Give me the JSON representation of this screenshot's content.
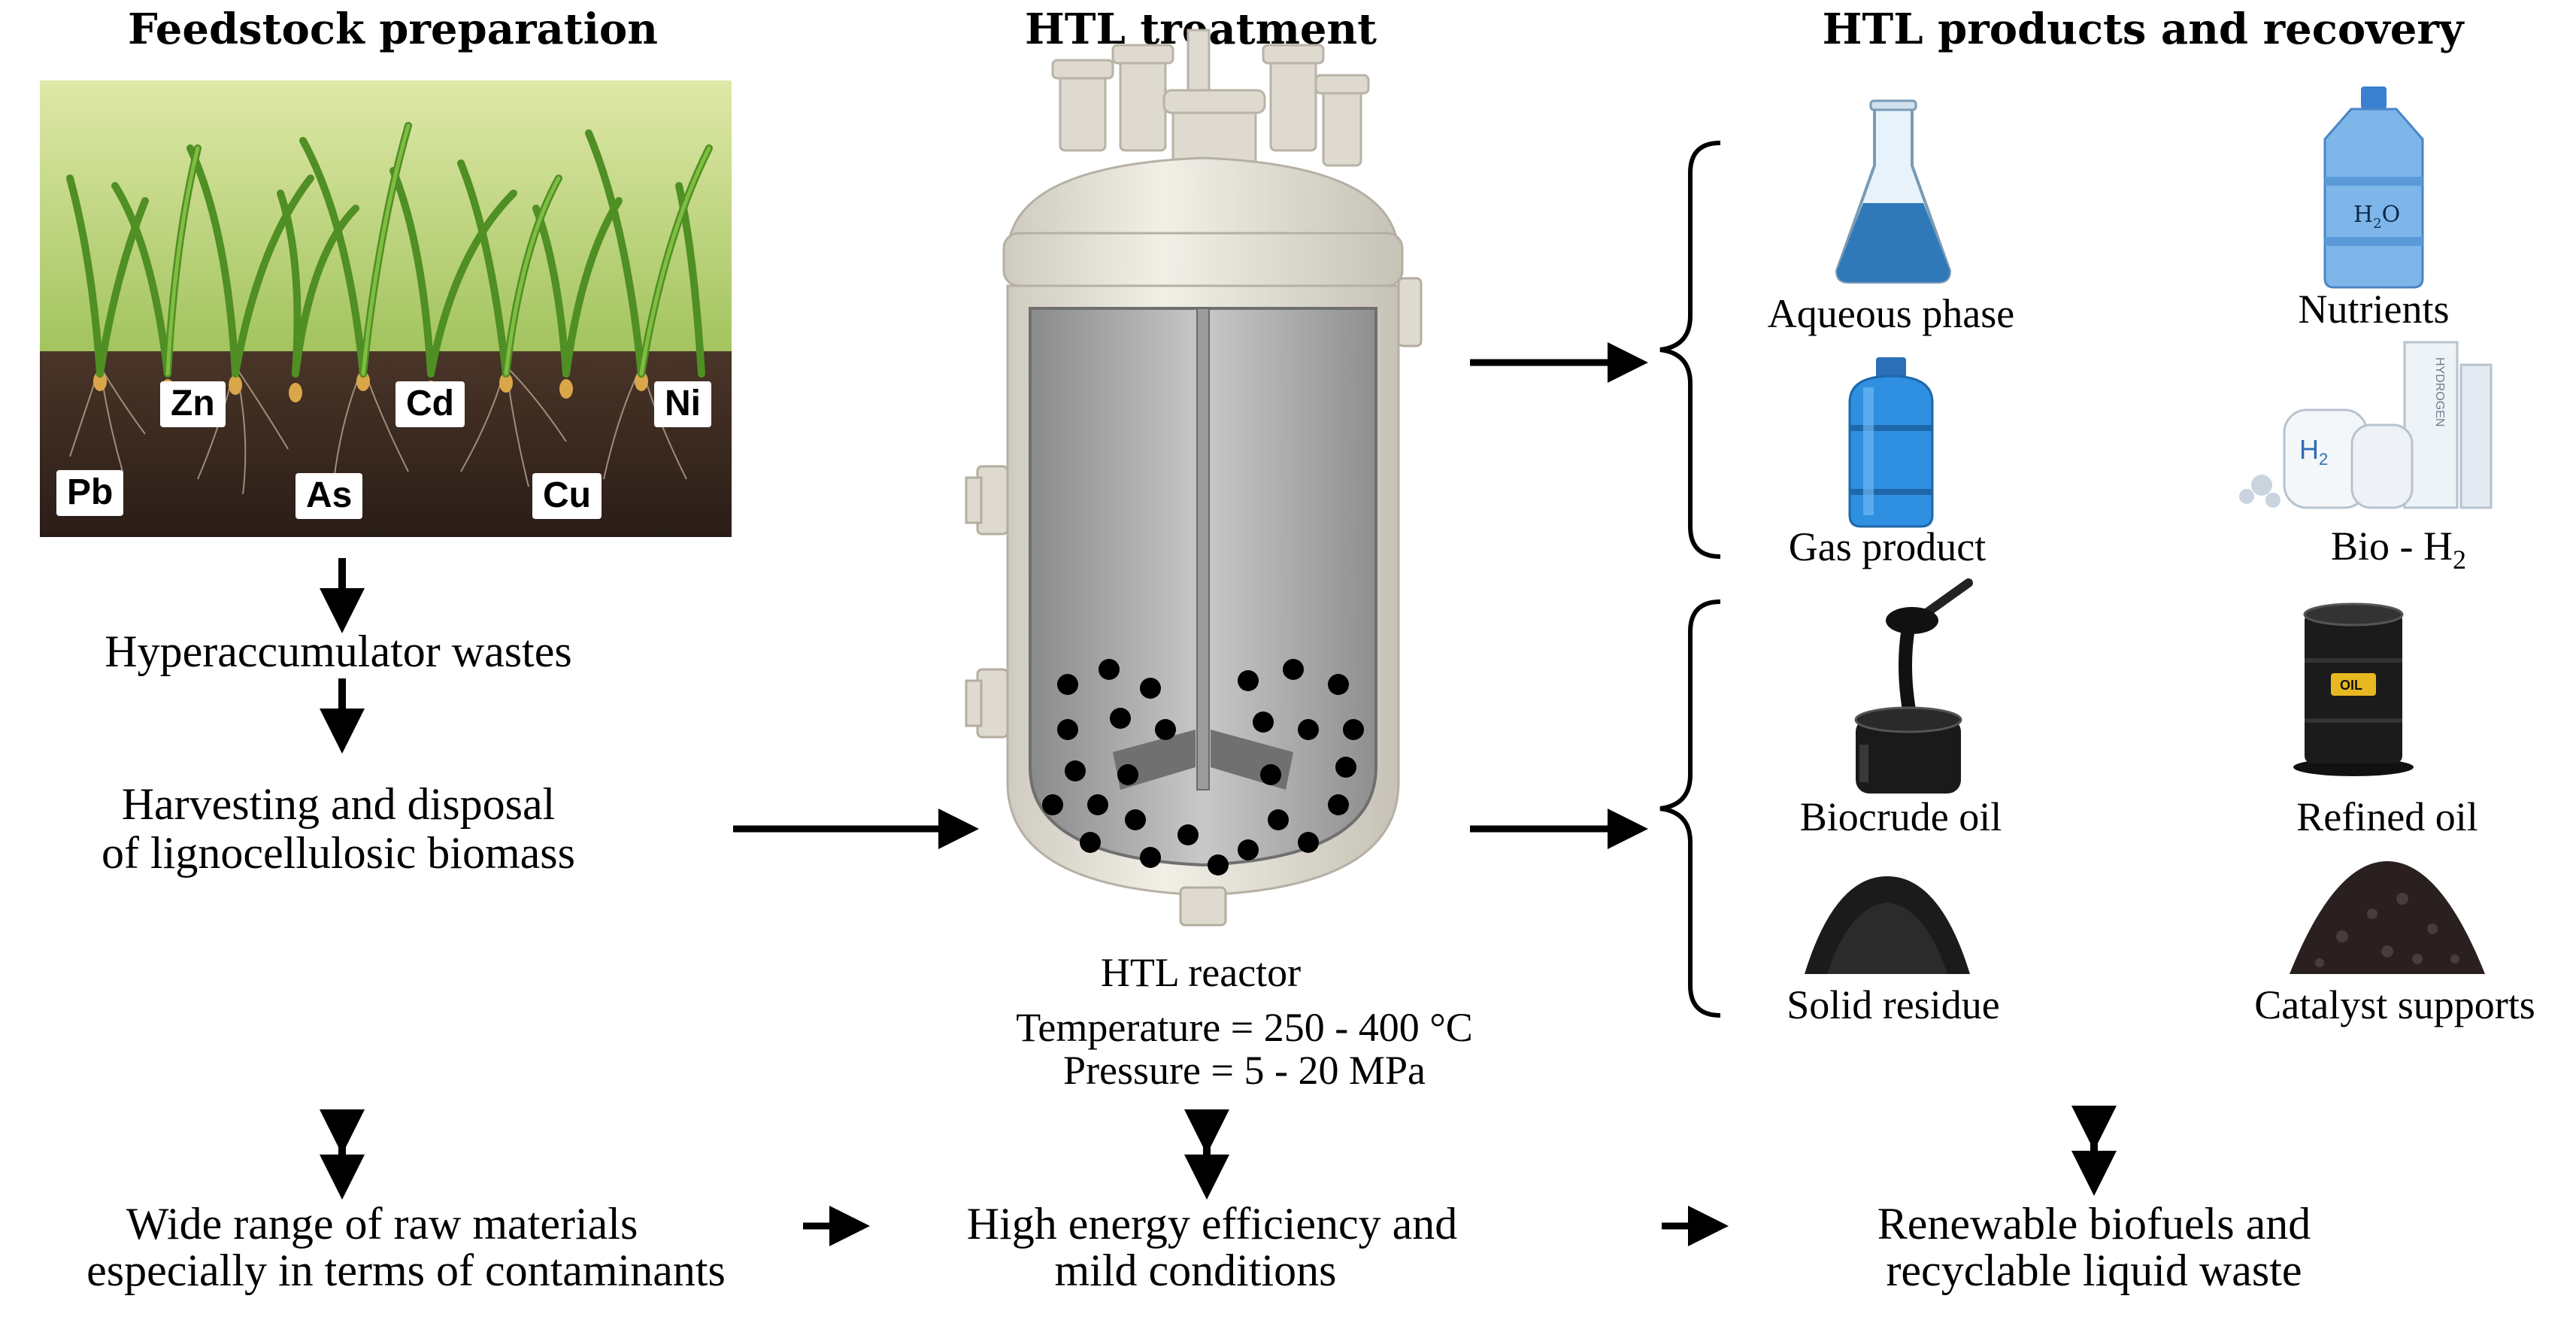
{
  "headers": {
    "feedstock": "Feedstock preparation",
    "treatment": "HTL treatment",
    "products": "HTL products and recovery"
  },
  "feedstock": {
    "metals": [
      "Zn",
      "Cd",
      "Ni",
      "Pb",
      "As",
      "Cu"
    ],
    "step1": "Hyperaccumulator wastes",
    "step2_line1": "Harvesting and disposal",
    "step2_line2": "of lignocellulosic biomass"
  },
  "reactor": {
    "label": "HTL reactor",
    "temperature": "Temperature = 250 - 400 °C",
    "pressure": "Pressure = 5 - 20 MPa"
  },
  "products": {
    "aqueous": "Aqueous phase",
    "nutrients": "Nutrients",
    "gas": "Gas product",
    "bioh2_prefix": "Bio - H",
    "bioh2_sub": "2",
    "biocrude": "Biocrude oil",
    "refined": "Refined oil",
    "solid": "Solid residue",
    "catalyst": "Catalyst supports",
    "h2o_label": "H",
    "h2o_sub": "2",
    "h2o_o": "O",
    "h2_tank_label": "H",
    "h2_tank_sub": "2",
    "hydrogen_tower": "HYDROGEN",
    "barrel_label": "OIL"
  },
  "bottom": {
    "left_line1": "Wide range of raw materials",
    "left_line2": "especially in terms of contaminants",
    "mid_line1": "High energy efficiency and",
    "mid_line2": "mild conditions",
    "right_line1": "Renewable biofuels and",
    "right_line2": "recyclable liquid waste"
  },
  "colors": {
    "soil": "#3a2a22",
    "plant_green": "#5c9a2e",
    "sky": "#b9d47a",
    "reactor_shell": "#e8e4da",
    "reactor_inner": "#a9a9a9",
    "flask_liquid": "#2f79b8",
    "gas_tank": "#2f8fe0"
  }
}
